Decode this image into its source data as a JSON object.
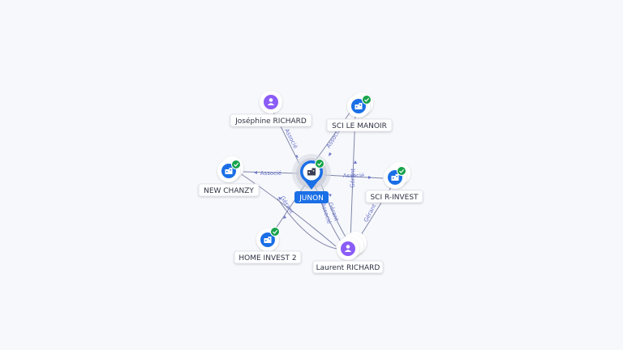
{
  "graph": {
    "central": {
      "id": "junon",
      "label": "JUNON",
      "type": "company",
      "verified": true
    },
    "nodes": [
      {
        "id": "josephine",
        "label": "Joséphine RICHARD",
        "type": "person",
        "verified": false
      },
      {
        "id": "sci-le-manoir",
        "label": "SCI LE MANOIR",
        "type": "company",
        "verified": true
      },
      {
        "id": "new-chanzy",
        "label": "NEW CHANZY",
        "type": "company",
        "verified": true
      },
      {
        "id": "sci-r-invest",
        "label": "SCI R-INVEST",
        "type": "company",
        "verified": true
      },
      {
        "id": "home-invest-2",
        "label": "HOME INVEST 2",
        "type": "company",
        "verified": true
      },
      {
        "id": "laurent",
        "label": "Laurent RICHARD",
        "type": "person",
        "verified": false
      }
    ],
    "edges": [
      {
        "id": "e1",
        "from": "josephine",
        "to": "junon",
        "label": "Associé"
      },
      {
        "id": "e2",
        "from": "junon",
        "to": "sci-le-manoir",
        "label": "Associé"
      },
      {
        "id": "e3",
        "from": "junon",
        "to": "new-chanzy",
        "label": "Associé"
      },
      {
        "id": "e4",
        "from": "junon",
        "to": "sci-r-invest",
        "label": "Associé"
      },
      {
        "id": "e5",
        "from": "junon",
        "to": "home-invest-2",
        "label": "Associé"
      },
      {
        "id": "e6",
        "from": "laurent",
        "to": "junon",
        "label": "Gérant"
      },
      {
        "id": "e7",
        "from": "laurent",
        "to": "junon",
        "label": "Associé"
      },
      {
        "id": "e8",
        "from": "laurent",
        "to": "sci-le-manoir",
        "label": "Gérant"
      },
      {
        "id": "e9",
        "from": "laurent",
        "to": "sci-r-invest",
        "label": "Gérant"
      },
      {
        "id": "e10",
        "from": "laurent",
        "to": "home-invest-2",
        "label": "Gérant"
      },
      {
        "id": "e11",
        "from": "laurent",
        "to": "new-chanzy",
        "label": ""
      }
    ],
    "colors": {
      "company": "#1a6fe6",
      "person": "#8b5cf6",
      "verified": "#16a34a",
      "edge": "#7f86a8",
      "edge_label": "#6a74c9"
    }
  }
}
